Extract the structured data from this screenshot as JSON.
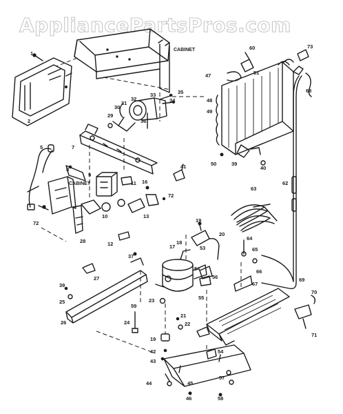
{
  "watermark": "AppliancePartsPros.com",
  "labels": {
    "cabinet_top": "CABINET",
    "cabinet_mid": "CABINET"
  },
  "callouts": {
    "c1": "1",
    "c2": "2",
    "c3": "3",
    "c5": "5",
    "c7": "7",
    "c8": "8",
    "c9": "9",
    "c10": "10",
    "c11": "11",
    "c12": "12",
    "c13": "13",
    "c16": "16",
    "c17": "17",
    "c18": "18",
    "c19": "19",
    "c20": "20",
    "c21": "21",
    "c22": "22",
    "c23": "23",
    "c24": "24",
    "c25": "25",
    "c26": "26",
    "c27": "27",
    "c28": "28",
    "c29": "29",
    "c30": "30",
    "c31": "31",
    "c32": "32",
    "c33": "33",
    "c34": "34",
    "c35": "35",
    "c36": "36",
    "c37": "37",
    "c39": "39",
    "c40": "40",
    "c41": "41",
    "c42": "42",
    "c43": "43",
    "c44": "44",
    "c45": "45",
    "c46": "46",
    "c47": "47",
    "c48": "48",
    "c49": "49",
    "c50": "50",
    "c51": "51",
    "c53": "53",
    "c54": "54",
    "c55": "55",
    "c56": "56",
    "c57": "57",
    "c58": "58",
    "c59": "59",
    "c60": "60",
    "c62": "62",
    "c63": "63",
    "c64": "64",
    "c65": "65",
    "c66": "66",
    "c67": "67",
    "c68": "68",
    "c69": "69",
    "c70": "70",
    "c71": "71",
    "c72": "72",
    "c73": "73"
  }
}
